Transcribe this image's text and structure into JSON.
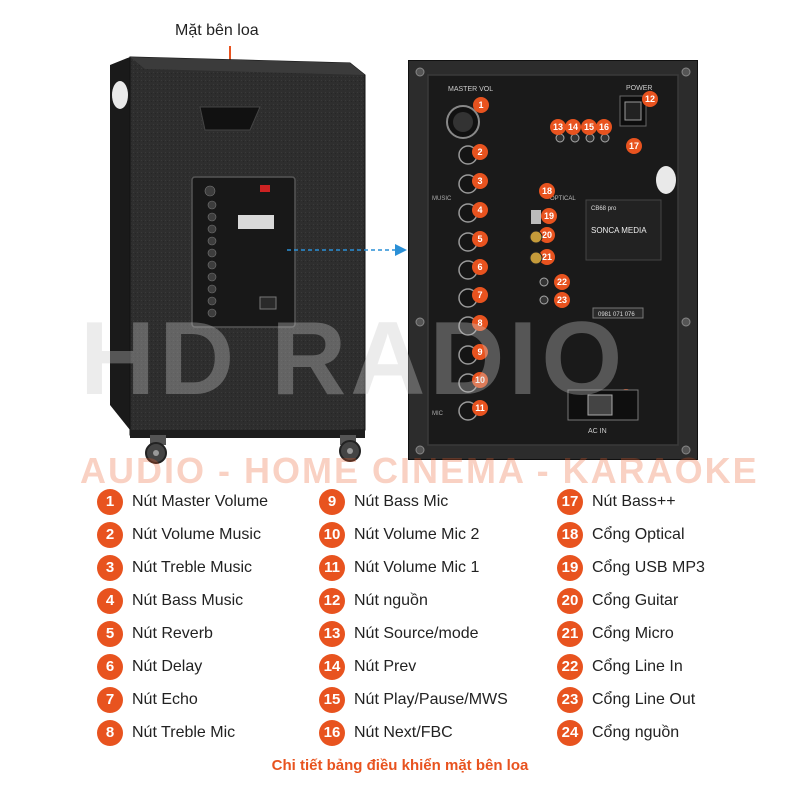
{
  "header": {
    "side_label": "Mặt bên loa"
  },
  "panel": {
    "master_vol": "MASTER VOL",
    "power": "POWER",
    "music": "MUSIC",
    "mic": "MIC",
    "optical": "OPTICAL",
    "ac_in": "AC IN",
    "brand": "SONCA MEDIA",
    "model": "CB68 pro",
    "hotline": "0981 071 076"
  },
  "watermark": {
    "big_text": "HD RADIO",
    "small_text": "AUDIO - HOME CINEMA - KARAOKE"
  },
  "legend": [
    {
      "num": "1",
      "text": "Nút Master Volume"
    },
    {
      "num": "2",
      "text": "Nút Volume Music"
    },
    {
      "num": "3",
      "text": "Nút Treble Music"
    },
    {
      "num": "4",
      "text": "Nút Bass Music"
    },
    {
      "num": "5",
      "text": "Nút Reverb"
    },
    {
      "num": "6",
      "text": "Nút Delay"
    },
    {
      "num": "7",
      "text": "Nút Echo"
    },
    {
      "num": "8",
      "text": "Nút Treble Mic"
    },
    {
      "num": "9",
      "text": "Nút Bass Mic"
    },
    {
      "num": "10",
      "text": "Nút Volume Mic 2"
    },
    {
      "num": "11",
      "text": "Nút Volume Mic 1"
    },
    {
      "num": "12",
      "text": "Nút nguồn"
    },
    {
      "num": "13",
      "text": "Nút Source/mode"
    },
    {
      "num": "14",
      "text": "Nút Prev"
    },
    {
      "num": "15",
      "text": "Nút Play/Pause/MWS"
    },
    {
      "num": "16",
      "text": "Nút Next/FBC"
    },
    {
      "num": "17",
      "text": "Nút Bass++"
    },
    {
      "num": "18",
      "text": "Cổng Optical"
    },
    {
      "num": "19",
      "text": "Cổng USB MP3"
    },
    {
      "num": "20",
      "text": "Cổng Guitar"
    },
    {
      "num": "21",
      "text": "Cổng Micro"
    },
    {
      "num": "22",
      "text": "Cổng Line In"
    },
    {
      "num": "23",
      "text": "Cổng Line Out"
    },
    {
      "num": "24",
      "text": "Cổng nguồn"
    }
  ],
  "caption": "Chi tiết bảng điều khiển mặt bên loa",
  "colors": {
    "accent": "#e8531f",
    "cabinet": "#2b2b2b",
    "panel": "#1c1c1c"
  }
}
